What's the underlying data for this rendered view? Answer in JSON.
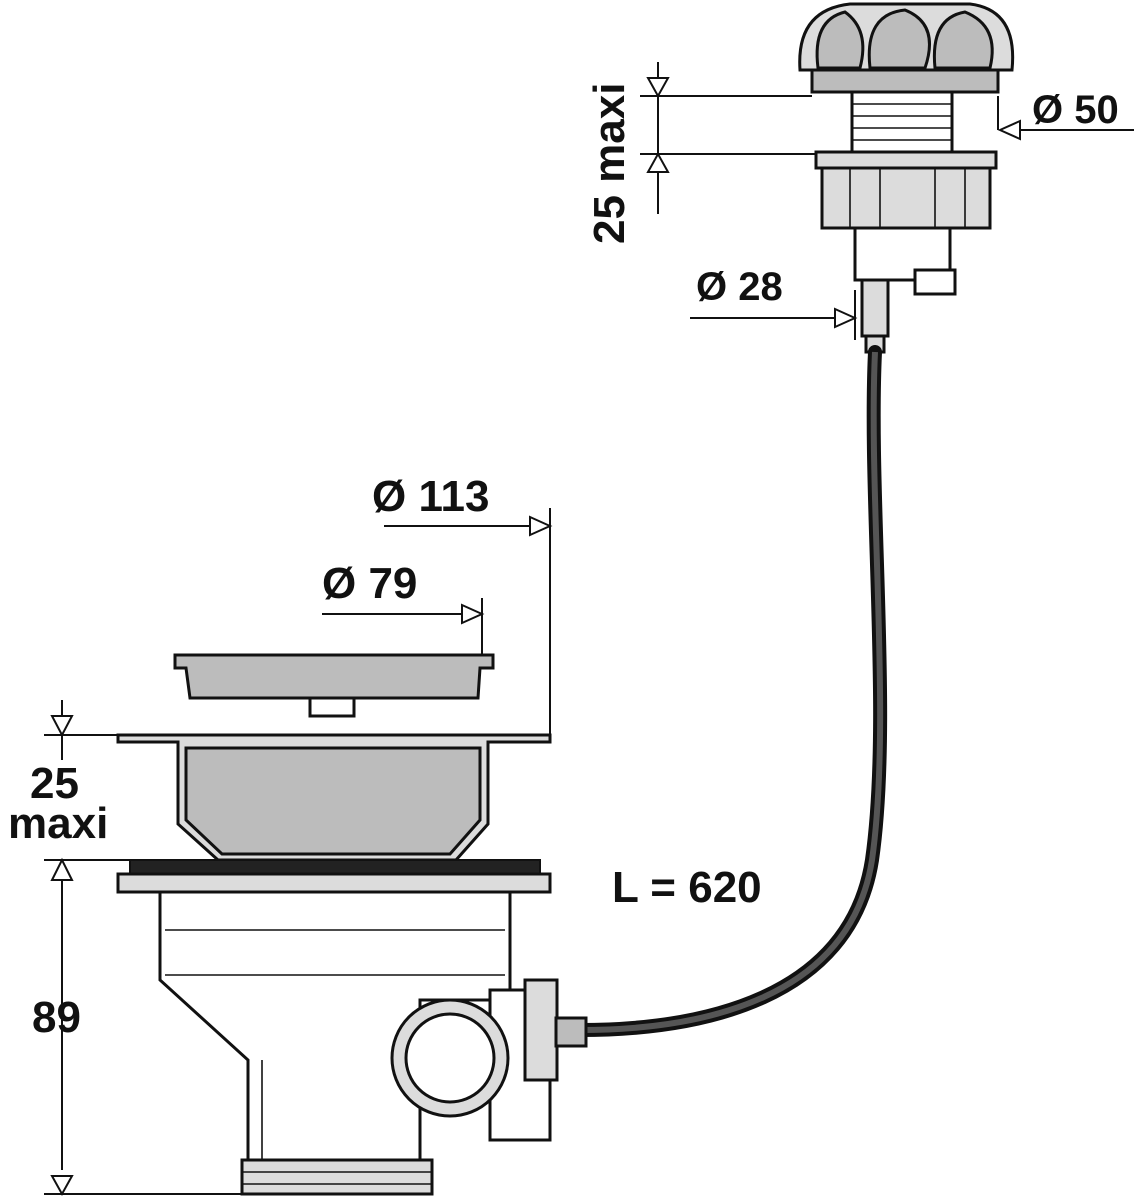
{
  "dimensions": {
    "top_height_value": "25",
    "top_height_unit": "maxi",
    "top_height_label": "25 maxi",
    "knob_diameter": "Ø 50",
    "cable_diameter": "Ø 28",
    "flange_diameter": "Ø 113",
    "basket_diameter": "Ø 79",
    "cable_length": "L = 620",
    "drain_height": "89"
  }
}
